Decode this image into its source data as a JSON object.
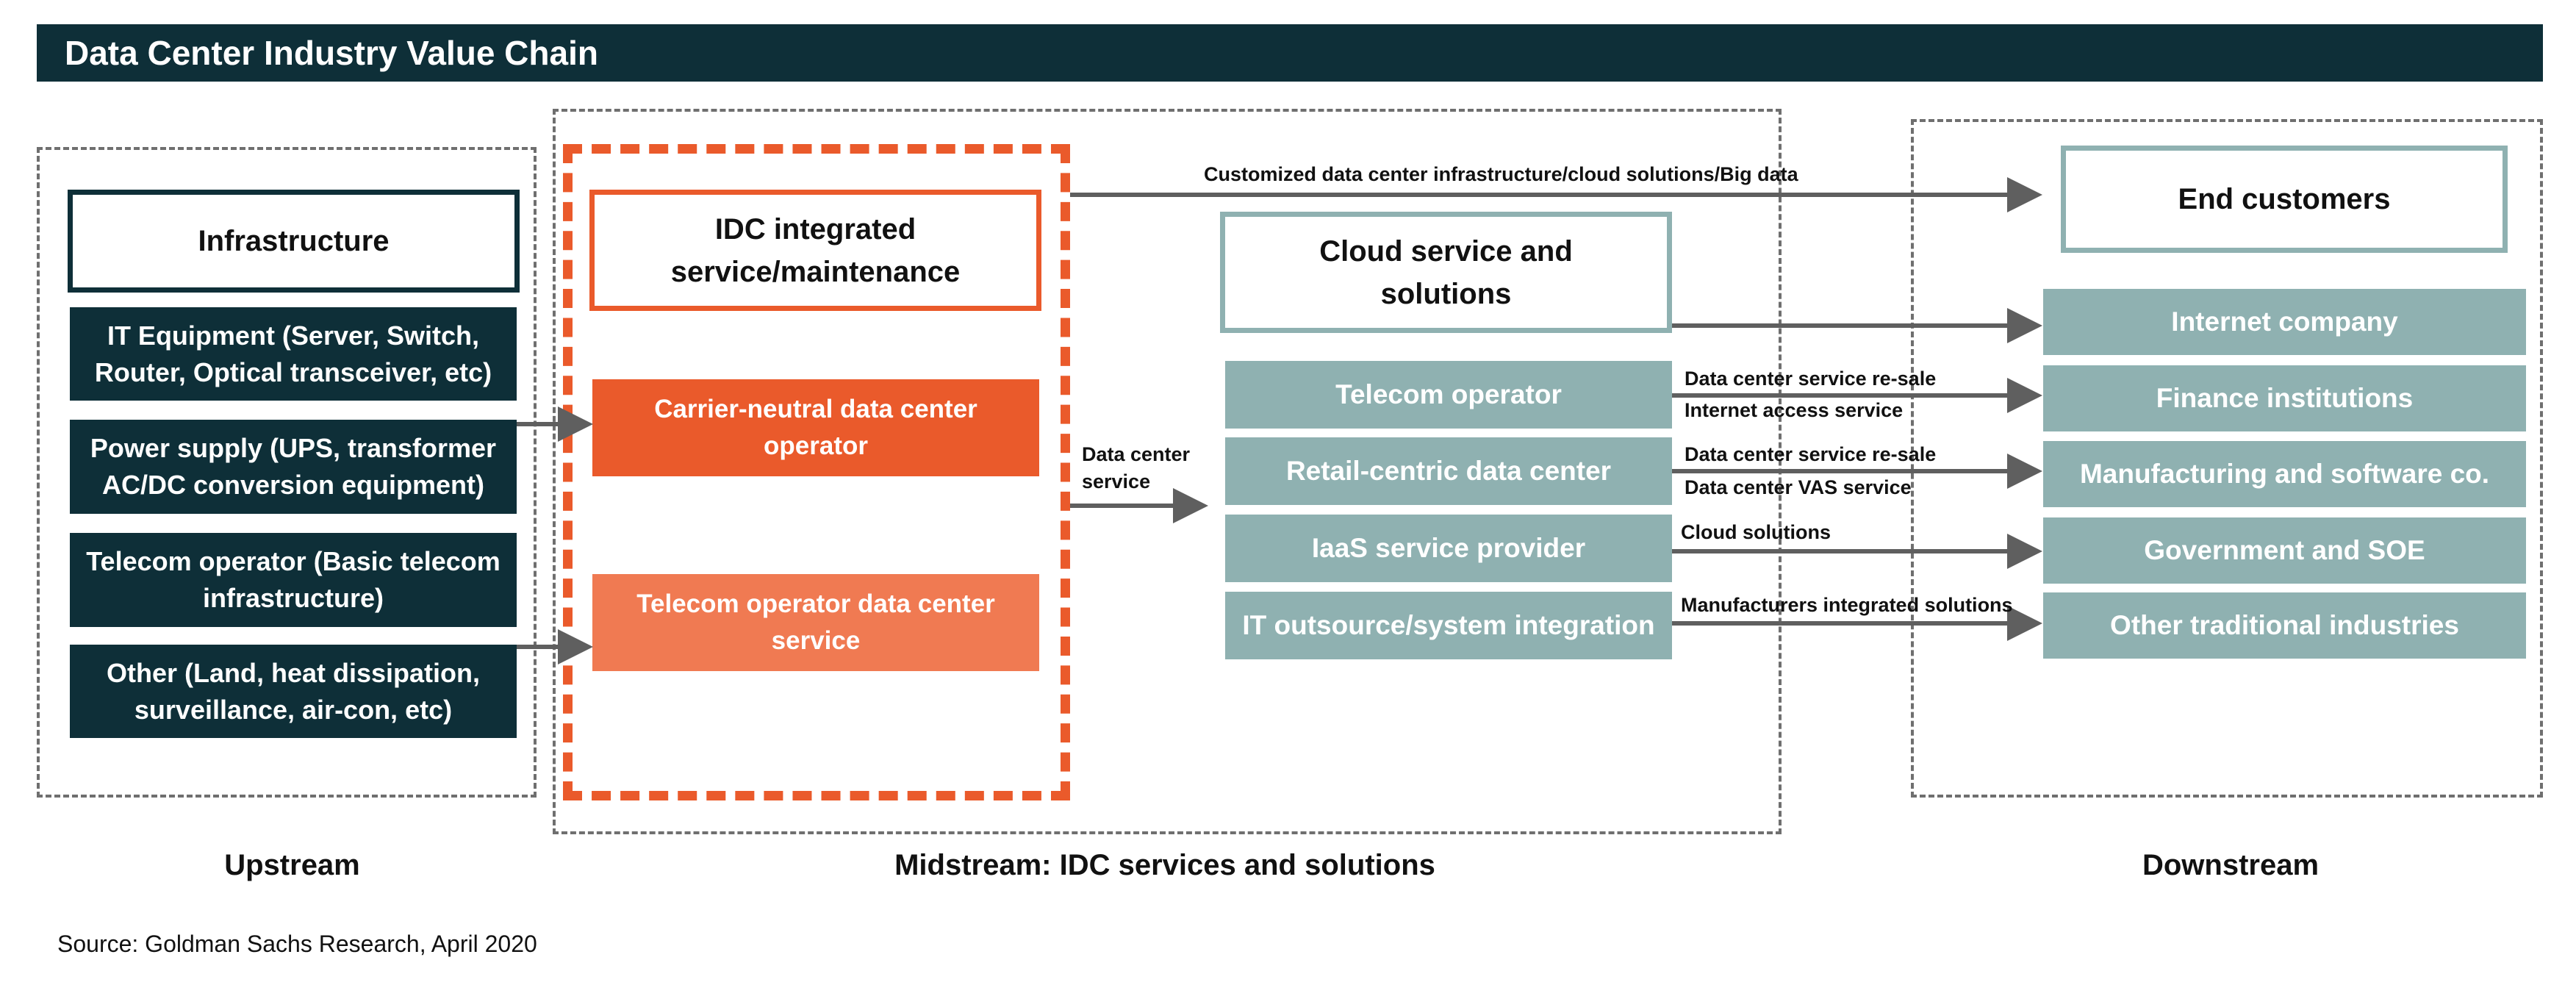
{
  "title": "Data Center Industry Value Chain",
  "upstream": {
    "header": "Infrastructure",
    "items": [
      "IT Equipment (Server, Switch, Router, Optical transceiver, etc)",
      "Power supply (UPS, transformer AC/DC conversion equipment)",
      "Telecom operator (Basic telecom infrastructure)",
      "Other (Land, heat dissipation, surveillance, air-con, etc)"
    ]
  },
  "midstream": {
    "idc_header": "IDC integrated service/maintenance",
    "carrier_neutral": "Carrier-neutral data center operator",
    "telecom_dc": "Telecom operator data center service",
    "cloud_header": "Cloud service and solutions",
    "cloud_items": [
      "Telecom operator",
      "Retail-centric data center",
      "IaaS service provider",
      "IT outsource/system integration"
    ],
    "dc_service_label": "Data center service"
  },
  "downstream": {
    "header": "End customers",
    "items": [
      "Internet company",
      "Finance institutions",
      "Manufacturing and software co.",
      "Government and SOE",
      "Other traditional industries"
    ]
  },
  "flow_labels": {
    "top": "Customized data center infrastructure/cloud solutions/Big data",
    "telecom_1": "Data center service re-sale",
    "telecom_2": "Internet access service",
    "retail_1": "Data center service re-sale",
    "retail_2": "Data center VAS service",
    "iaas": "Cloud solutions",
    "it": "Manufacturers integrated solutions"
  },
  "sections": {
    "upstream": "Upstream",
    "midstream": "Midstream: IDC services and solutions",
    "downstream": "Downstream"
  },
  "source": "Source: Goldman Sachs Research, April 2020",
  "colors": {
    "dark_teal": "#0e2f38",
    "orange": "#ea5a2b",
    "light_orange": "#f07a52",
    "sage_teal": "#8fb1b1",
    "arrow_gray": "#5f5f5f"
  }
}
